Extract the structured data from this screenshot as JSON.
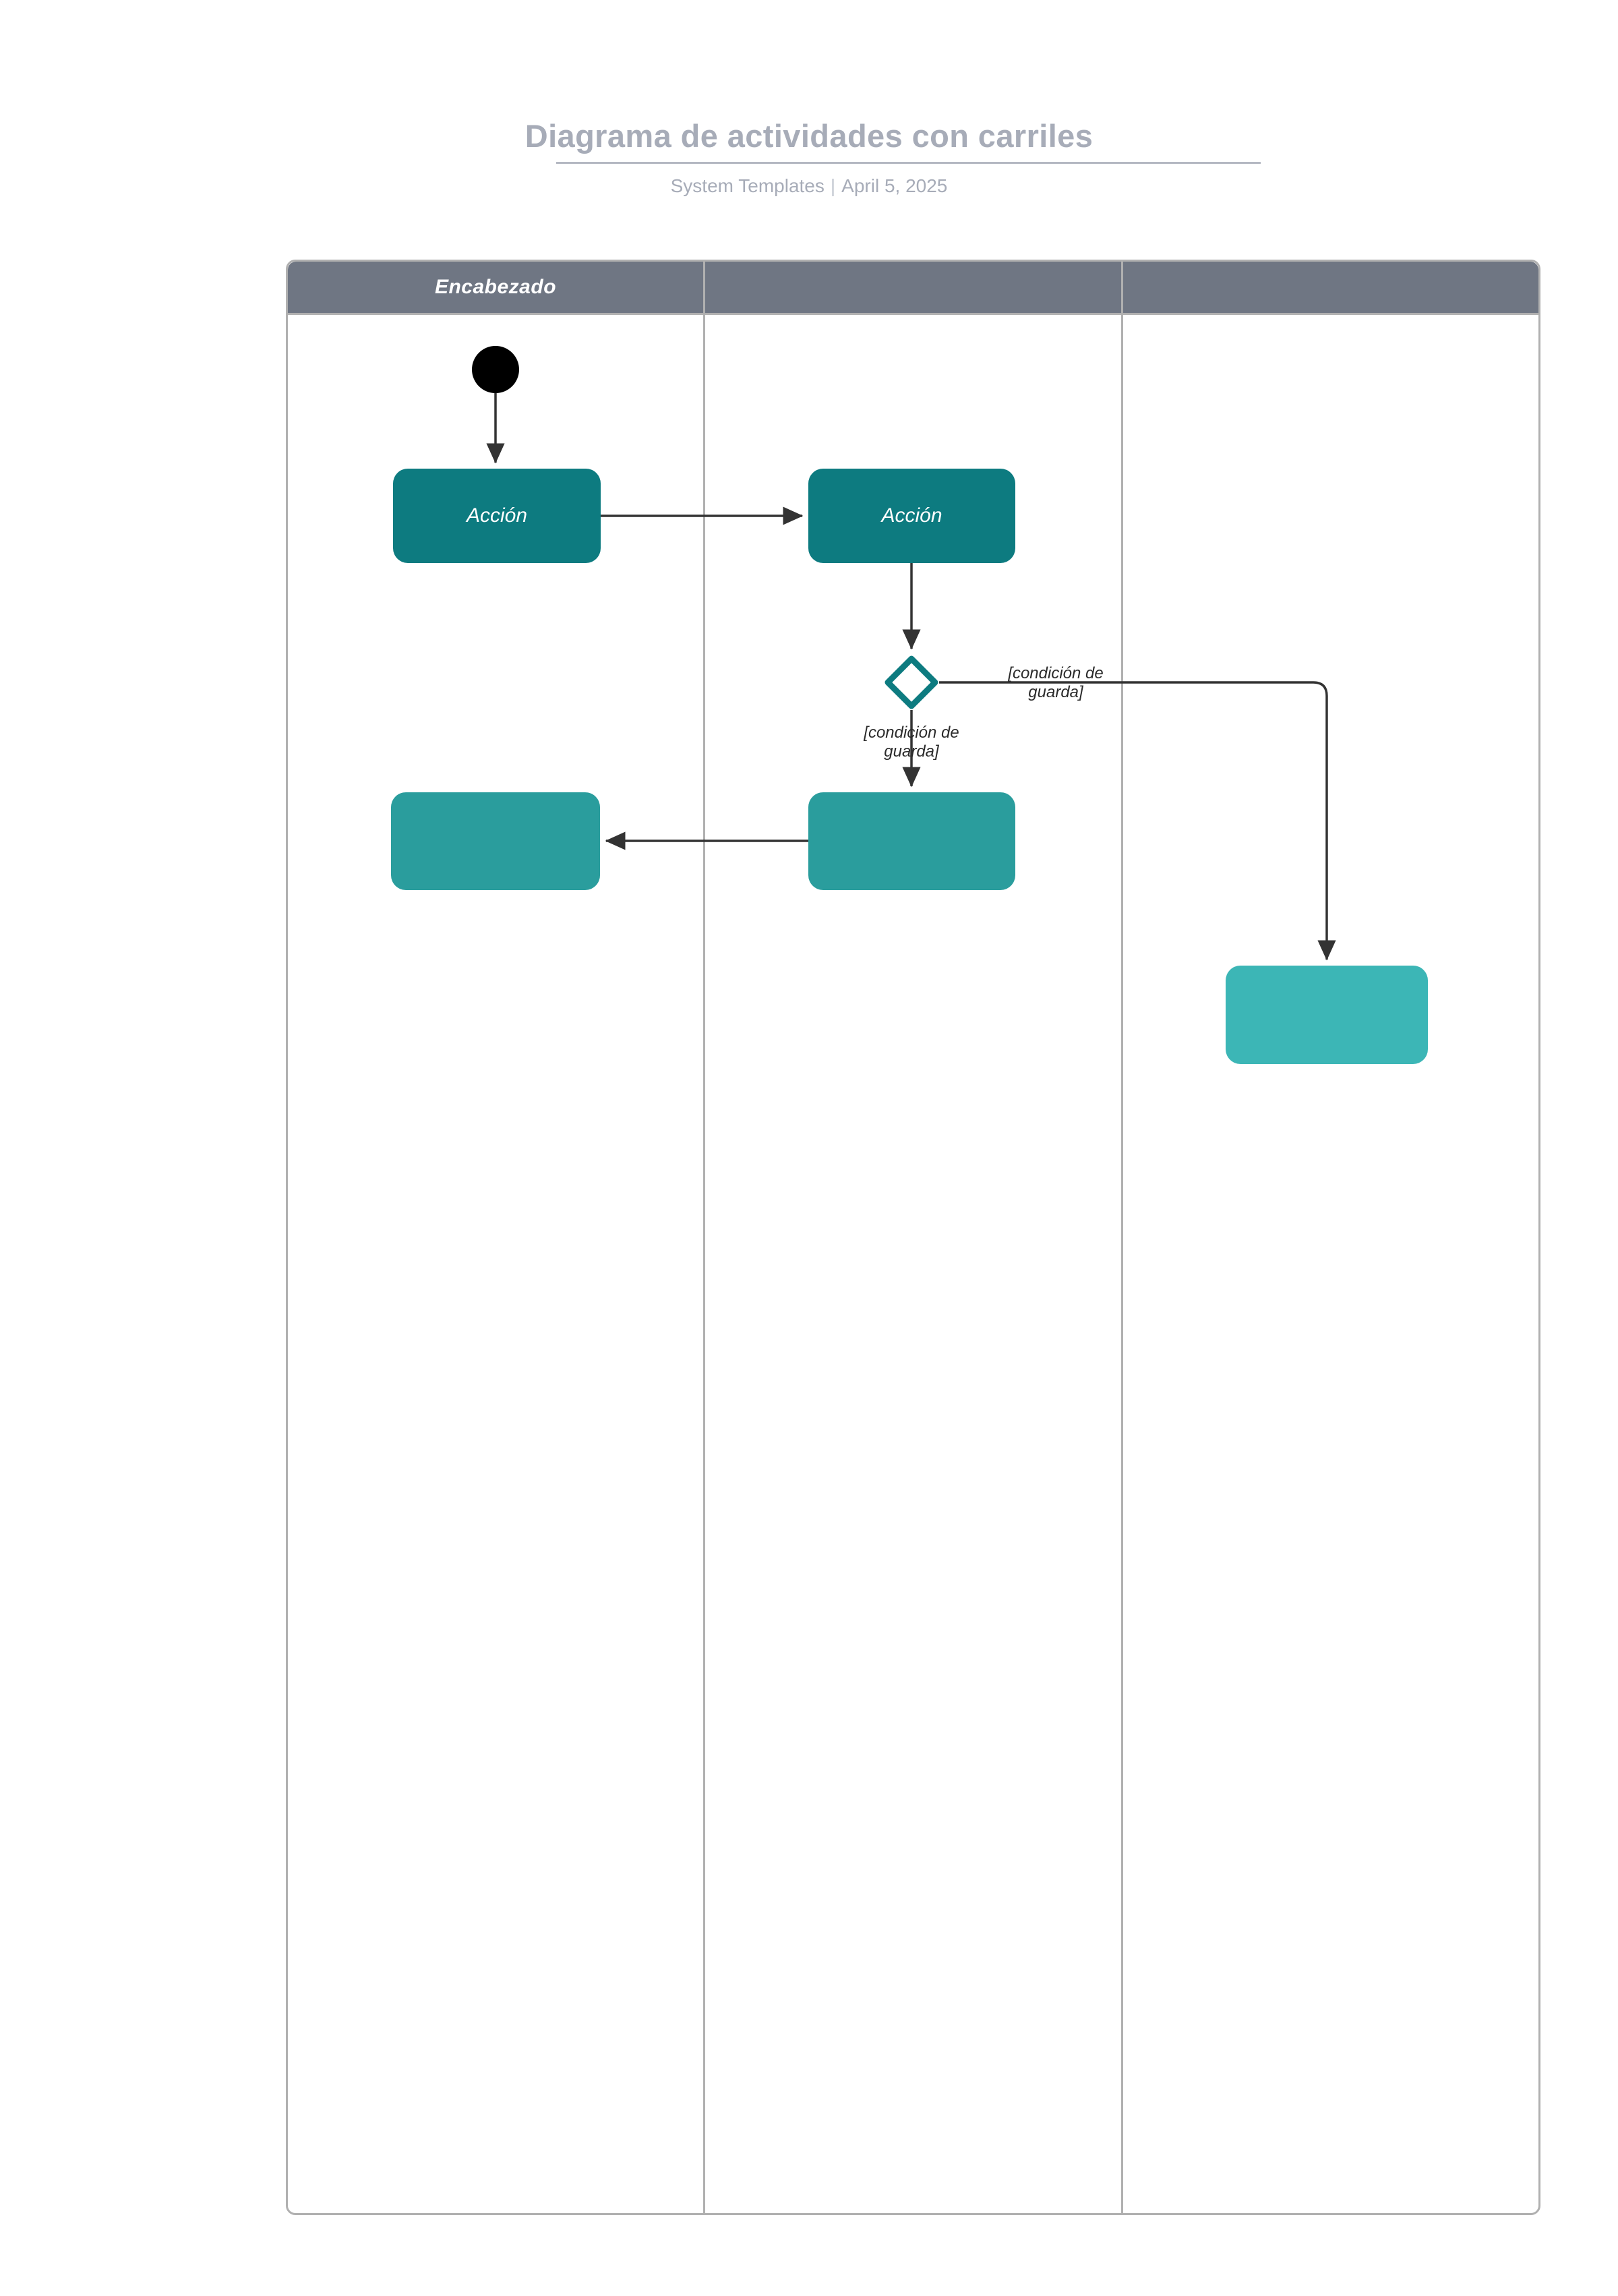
{
  "header": {
    "title": "Diagrama de actividades con carriles",
    "author": "System Templates",
    "separator": "|",
    "date": "April 5, 2025"
  },
  "diagram": {
    "type": "uml-activity-diagram-with-swimlanes",
    "lanes": [
      {
        "id": "lane-0",
        "label": "Encabezado"
      },
      {
        "id": "lane-1",
        "label": ""
      },
      {
        "id": "lane-2",
        "label": ""
      }
    ],
    "nodes": [
      {
        "id": "initial-node",
        "kind": "initial",
        "label": "",
        "lane": 0,
        "color": "#000000"
      },
      {
        "id": "action-1",
        "kind": "action",
        "label": "Acción",
        "lane": 0,
        "color": "#0d7b80"
      },
      {
        "id": "action-2",
        "kind": "action",
        "label": "Acción",
        "lane": 1,
        "color": "#0d7b80"
      },
      {
        "id": "decision-node",
        "kind": "decision",
        "label": "",
        "lane": 1,
        "color": "#0d7b80"
      },
      {
        "id": "action-3",
        "kind": "action",
        "label": "",
        "lane": 0,
        "color": "#2a9d9d"
      },
      {
        "id": "action-4",
        "kind": "action",
        "label": "",
        "lane": 1,
        "color": "#2a9d9d"
      },
      {
        "id": "action-5",
        "kind": "action",
        "label": "",
        "lane": 2,
        "color": "#3cb6b6"
      }
    ],
    "edges": [
      {
        "id": "edge-initial-action1",
        "from": "initial-node",
        "to": "action-1",
        "label": ""
      },
      {
        "id": "edge-action1-action2",
        "from": "action-1",
        "to": "action-2",
        "label": ""
      },
      {
        "id": "edge-action2-decision",
        "from": "action-2",
        "to": "decision-node",
        "label": ""
      },
      {
        "id": "edge-decision-action4",
        "from": "decision-node",
        "to": "action-4",
        "label": "[condición de guarda]"
      },
      {
        "id": "edge-decision-action5",
        "from": "decision-node",
        "to": "action-5",
        "label": "[condición de guarda]"
      },
      {
        "id": "edge-action4-action3",
        "from": "action-4",
        "to": "action-3",
        "label": ""
      }
    ],
    "guards": {
      "right": "[condición de guarda]",
      "down": "[condición de guarda]"
    },
    "colors": {
      "lane_header_bg": "#6f7683",
      "lane_header_text": "#ffffff",
      "frame_border": "#b0b0b0",
      "action_dark": "#0d7b80",
      "action_mid": "#2a9d9d",
      "action_light": "#3cb6b6",
      "connector": "#333333",
      "title_text": "#a7acb8",
      "canvas": "#ffffff"
    }
  }
}
